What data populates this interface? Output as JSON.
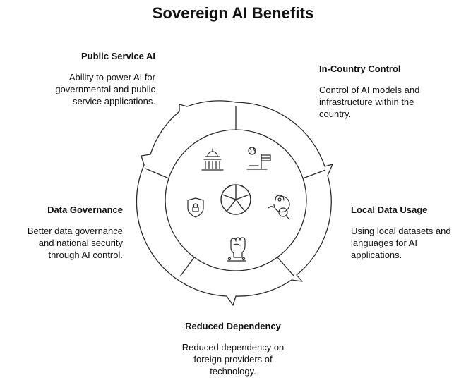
{
  "title": "Sovereign AI Benefits",
  "benefits": [
    {
      "heading": "Public Service AI",
      "description": "Ability to power AI for governmental and public service applications.",
      "icon": "capitol-building-icon"
    },
    {
      "heading": "In-Country Control",
      "description": "Control of AI models and infrastructure within the country.",
      "icon": "globe-flag-icon"
    },
    {
      "heading": "Local Data Usage",
      "description": "Using local datasets and languages for AI applications.",
      "icon": "map-search-icon"
    },
    {
      "heading": "Reduced Dependency",
      "description": "Reduced dependency on foreign providers of technology.",
      "icon": "raised-fist-icon"
    },
    {
      "heading": "Data Governance",
      "description": "Better data governance and national security through AI control.",
      "icon": "shield-lock-icon"
    }
  ],
  "center_icon": "pie-segments-icon",
  "colors": {
    "stroke": "#2a2a2a",
    "fill": "#ffffff",
    "text": "#111111"
  }
}
